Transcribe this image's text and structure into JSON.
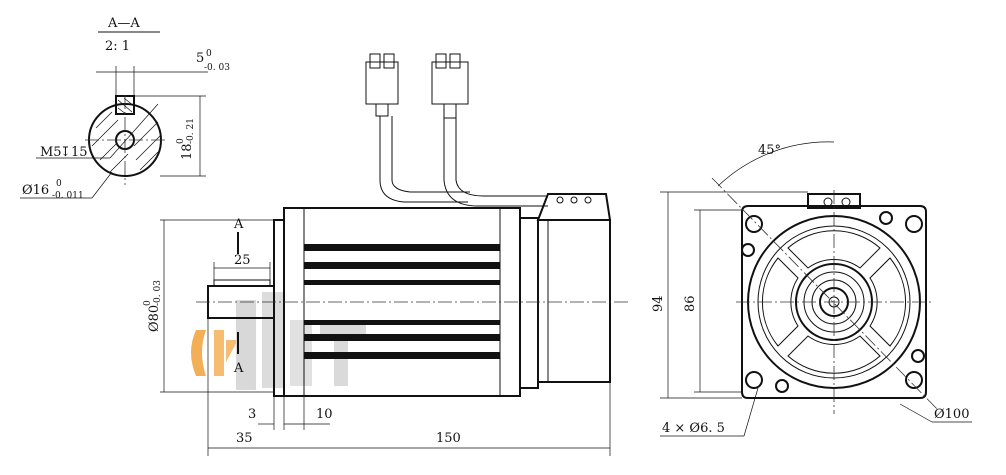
{
  "section": {
    "title": "A—A",
    "scale": "2: 1",
    "key_width": "5",
    "key_width_upper": "0",
    "key_width_lower": "-0. 03",
    "key_depth": "18",
    "key_depth_upper": "0",
    "key_depth_lower": "-0. 21",
    "thread": "M5",
    "thread_symbol": "↧",
    "thread_depth": "15",
    "shaft_dia": "Ø16",
    "shaft_dia_upper": "0",
    "shaft_dia_lower": "-0. 011"
  },
  "side_view": {
    "section_mark_top": "A",
    "section_mark_bottom": "A",
    "key_length": "25",
    "pilot_dia": "Ø80",
    "pilot_dia_upper": "0",
    "pilot_dia_lower": "-0. 03",
    "dim_3": "3",
    "dim_10": "10",
    "dim_35": "35",
    "dim_150": "150"
  },
  "front_view": {
    "angle": "45°",
    "dim_94": "94",
    "dim_86": "86",
    "holes": "4 × Ø6. 5",
    "bolt_circle": "Ø100"
  },
  "colors": {
    "line": "#111111",
    "watermark_orange": "#f2a23a",
    "watermark_gray": "#cfcfcf"
  }
}
